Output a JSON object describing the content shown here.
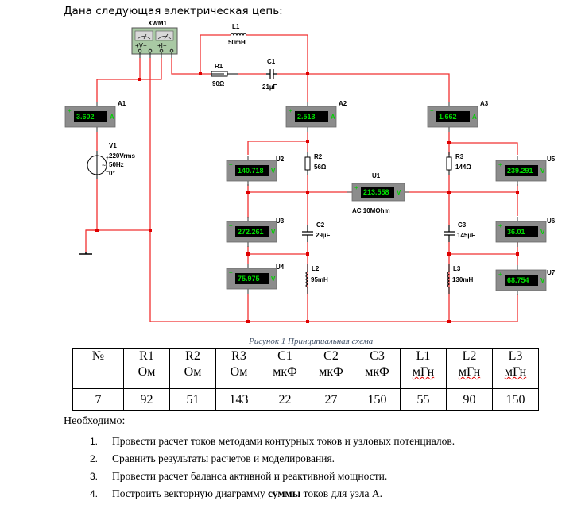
{
  "intro_text": "Дана следующая электрическая цепь:",
  "circuit": {
    "wattmeter": {
      "label": "XWM1",
      "terminals_v": "+V−",
      "terminals_i": "+I−"
    },
    "source": {
      "label": "V1",
      "voltage": "220Vrms",
      "frequency": "50Hz",
      "phase": "0°"
    },
    "components": {
      "L1": {
        "label": "L1",
        "value": "50mH"
      },
      "R1": {
        "label": "R1",
        "value": "90Ω"
      },
      "C1": {
        "label": "C1",
        "value": "21µF"
      },
      "R2": {
        "label": "R2",
        "value": "56Ω"
      },
      "C2": {
        "label": "C2",
        "value": "29µF"
      },
      "L2": {
        "label": "L2",
        "value": "95mH"
      },
      "R3": {
        "label": "R3",
        "value": "144Ω"
      },
      "C3": {
        "label": "C3",
        "value": "145µF"
      },
      "L3": {
        "label": "L3",
        "value": "130mH"
      }
    },
    "ammeters": [
      {
        "label": "A1",
        "reading": "3.602",
        "unit": "A"
      },
      {
        "label": "A2",
        "reading": "2.513",
        "unit": "A"
      },
      {
        "label": "A3",
        "reading": "1.662",
        "unit": "A"
      }
    ],
    "voltmeters": [
      {
        "label": "U1",
        "reading": "213.558",
        "unit": "V",
        "mode": "AC  10MOhm"
      },
      {
        "label": "U2",
        "reading": "140.718",
        "unit": "V"
      },
      {
        "label": "U3",
        "reading": "272.261",
        "unit": "V"
      },
      {
        "label": "U4",
        "reading": "75.975",
        "unit": "V"
      },
      {
        "label": "U5",
        "reading": "239.291",
        "unit": "V"
      },
      {
        "label": "U6",
        "reading": "36.01",
        "unit": "V"
      },
      {
        "label": "U7",
        "reading": "68.754",
        "unit": "V"
      }
    ],
    "colors": {
      "wire": "#f03030",
      "meter_body": "#8c8c8c",
      "meter_display": "#000000",
      "meter_text": "#00e000"
    }
  },
  "figure_caption": "Рисунок 1 Принципиальная схема",
  "table": {
    "headers": [
      {
        "name": "№",
        "unit": ""
      },
      {
        "name": "R1",
        "unit": "Ом"
      },
      {
        "name": "R2",
        "unit": "Ом"
      },
      {
        "name": "R3",
        "unit": "Ом"
      },
      {
        "name": "C1",
        "unit": "мкФ"
      },
      {
        "name": "C2",
        "unit": "мкФ"
      },
      {
        "name": "C3",
        "unit": "мкФ"
      },
      {
        "name": "L1",
        "unit": "мГн"
      },
      {
        "name": "L2",
        "unit": "мГн"
      },
      {
        "name": "L3",
        "unit": "мГн"
      }
    ],
    "values": [
      "7",
      "92",
      "51",
      "143",
      "22",
      "27",
      "150",
      "55",
      "90",
      "150"
    ]
  },
  "required_label": "Необходимо:",
  "tasks": [
    {
      "num": "1.",
      "text": "Провести расчет токов методами контурных токов и узловых потенциалов."
    },
    {
      "num": "2.",
      "text": "Сравнить результаты расчетов и моделирования."
    },
    {
      "num": "3.",
      "text": "Провести расчет баланса активной и реактивной мощности."
    },
    {
      "num": "4.",
      "text_before": "Построить векторную диаграмму ",
      "text_bold": "суммы",
      "text_after": " токов для узла А."
    }
  ]
}
